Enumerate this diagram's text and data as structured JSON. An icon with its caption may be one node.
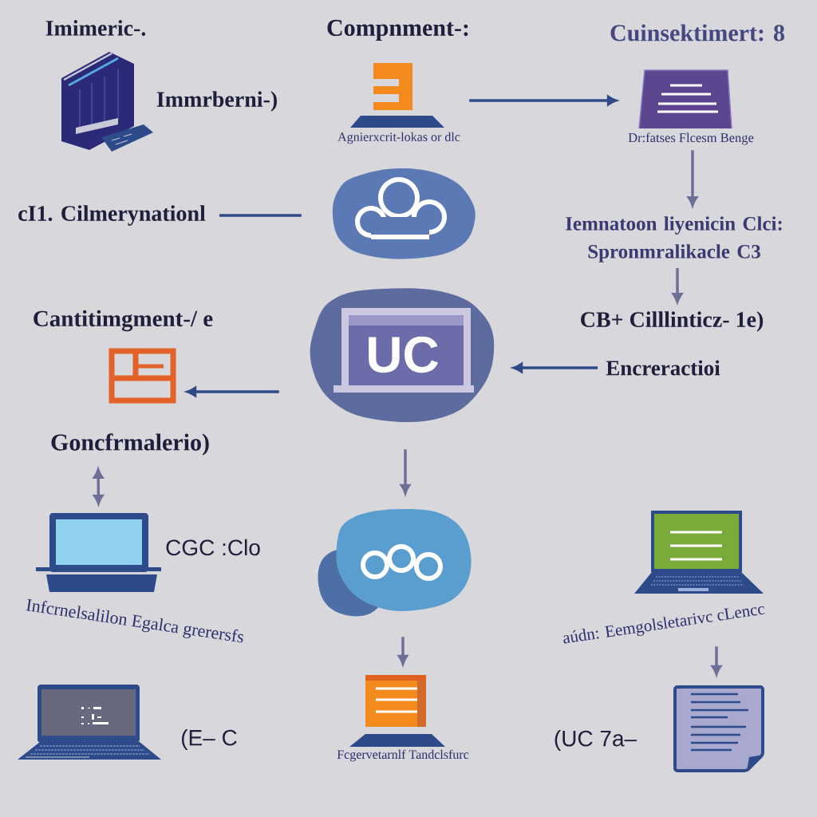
{
  "diagram": {
    "nodes": [
      {
        "text": [],
        "shape": "picture",
        "beside": [
          "Immrberni-)"
        ]
      },
      {
        "text": [],
        "shape": "picture",
        "beside": [
          "Agnierxcrit-lokas or dlc"
        ]
      },
      {
        "text": [],
        "shape": "picture",
        "beside": [
          "Dr:fatses Flcesm Benge"
        ]
      },
      {
        "text": [
          "cI1. Cilmerynationl"
        ]
      },
      {
        "text": [],
        "shape": "picture"
      },
      {
        "text": [
          "Iemnatoon liyenicin Clci: Spronmralikacle C3"
        ]
      },
      {
        "text": [],
        "shape": "picture"
      },
      {
        "text": [
          "UC"
        ]
      },
      {
        "text": [
          "CB+ Cilllinticz- 1e)"
        ]
      },
      {
        "text": [
          "Encreractioi"
        ]
      },
      {
        "text": [
          "Goncfrmalerio)"
        ]
      },
      {
        "text": [],
        "shape": "picture",
        "beside": [
          "CGC :Clo",
          "Infcrnelsalilon Egalca grerersfs"
        ]
      },
      {
        "text": [],
        "shape": "picture"
      },
      {
        "text": [],
        "shape": "picture",
        "beside": [
          "aúdn: Eemgolsletarivc cLencc"
        ]
      },
      {
        "text": [],
        "shape": "picture",
        "beside": [
          "(E– C"
        ]
      },
      {
        "text": [],
        "shape": "picture",
        "beside": [
          "Fcgervetarnlf Tandclsfurc"
        ]
      },
      {
        "text": [],
        "shape": "picture",
        "beside": [
          "(UC 7a–"
        ]
      }
    ],
    "edges": [
      {
        "from": 1,
        "to": 2,
        "arrow": "to",
        "color": "#2e4a86"
      },
      {
        "from": 3,
        "to": 4,
        "arrow": "none",
        "color": "#2e4a86"
      },
      {
        "from": 7,
        "to": 6,
        "arrow": "to",
        "color": "#2e4a86"
      },
      {
        "from": 9,
        "to": 7,
        "arrow": "to",
        "color": "#2e4a86"
      },
      {
        "from": 10,
        "to": 11,
        "arrow": "both"
      },
      {
        "from": 7,
        "to": 12,
        "arrow": "to"
      },
      {
        "from": 12,
        "to": 15,
        "arrow": "to"
      },
      {
        "from": 13,
        "to": 16,
        "arrow": "to"
      },
      {
        "from": 2,
        "to": 5,
        "arrow": "to"
      },
      {
        "from": 5,
        "to": 8,
        "arrow": "to"
      }
    ],
    "labels": [
      "Imimeric-.",
      "Compnment-:",
      "Cuinsektimert: 8",
      "Cantitimgment-/ e"
    ]
  }
}
